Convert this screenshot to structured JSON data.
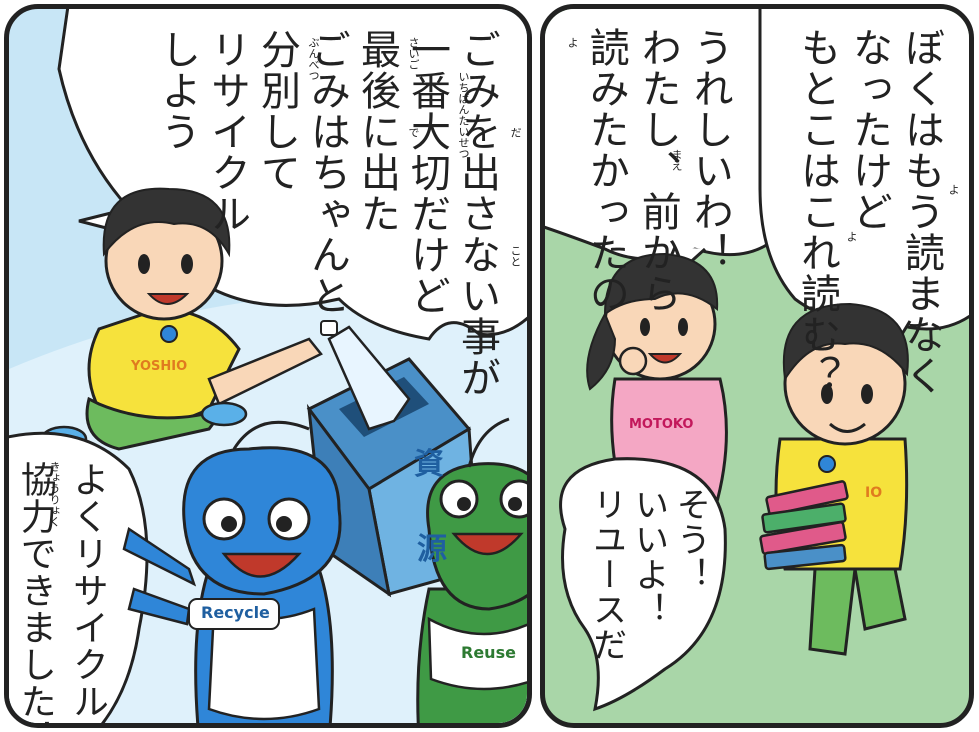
{
  "scene": {
    "panel_left": {
      "speech_big": {
        "lines": [
          "ごみを出さない事が",
          "一番大切だけど",
          "最後に出た",
          "ごみはちゃんと",
          "分別して",
          "リサイクル",
          "しよう"
        ]
      },
      "speech_small": {
        "lines": [
          "よくリサイクルに",
          "協力できました！"
        ]
      },
      "furigana": {
        "da": "だ",
        "koto": "こと",
        "ichibantaisetsu": "いちばんたいせつ",
        "saigo": "さいご",
        "de": "で",
        "bunbetsu": "ぶんべつ",
        "kyouryoku": "きょうりょく"
      },
      "bin_label": [
        "資",
        "源"
      ],
      "shirt_name": "YOSHIO",
      "mascot_blue_belly": "Recycle",
      "mascot_green_belly": "Reuse"
    },
    "panel_right": {
      "speech_boy": {
        "lines": [
          "ぼくはもう読まなく",
          "なったけど",
          "もとこはこれ読む？"
        ]
      },
      "speech_girl": {
        "lines": [
          "うれしいわ！",
          "わたし、前から",
          "読みたかったの"
        ]
      },
      "speech_mascot": {
        "lines": [
          "そう！",
          "いいよ！",
          "リユースだ"
        ]
      },
      "furigana": {
        "yo1": "よ",
        "yo2": "よ",
        "mae": "まえ",
        "yo3": "よ"
      },
      "girl_name": "MOTOKO",
      "boy_shirt_partial": "IO"
    }
  },
  "colors": {
    "panel_left_bg": "#c8e6f6",
    "panel_right_bg": "#a9d6a8",
    "mascot_blue": "#2f86d8",
    "mascot_green": "#3f9a45",
    "shirt_yellow": "#f6e23c",
    "dress_pink": "#f4a7c4",
    "bin_blue": "#6fb3e2"
  }
}
